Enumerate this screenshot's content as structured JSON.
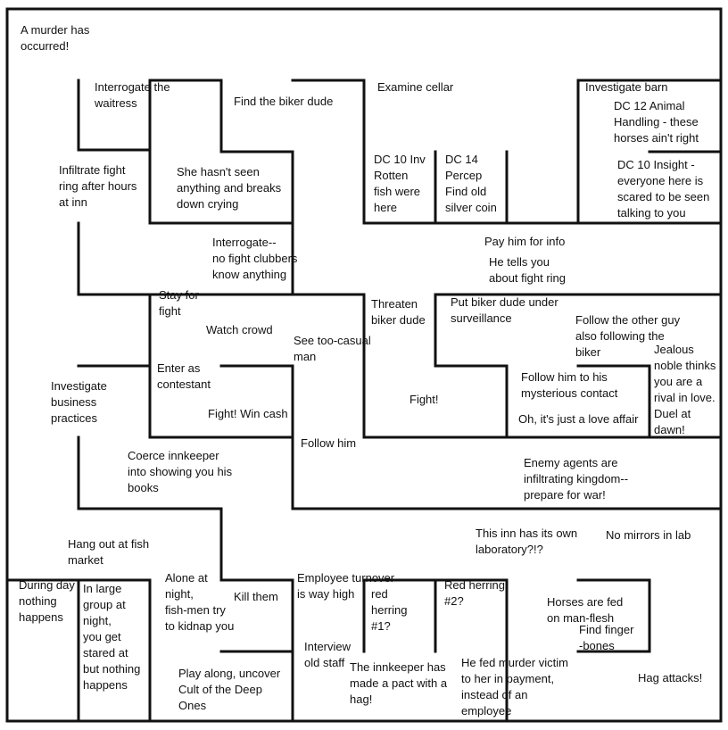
{
  "diagram": {
    "kind": "maze",
    "colors": {
      "background": "#ffffff",
      "walls": "#111111",
      "text": "#111111"
    },
    "labels": [
      {
        "id": "start",
        "text": "A murder has\noccurred!"
      },
      {
        "id": "interrogate-waitress",
        "text": "Interrogate the\nwaitress"
      },
      {
        "id": "find-biker",
        "text": "Find the biker dude"
      },
      {
        "id": "examine-cellar",
        "text": "Examine cellar"
      },
      {
        "id": "investigate-barn",
        "text": "Investigate barn"
      },
      {
        "id": "dc12-animal",
        "text": "DC 12 Animal\nHandling - these\nhorses ain't right"
      },
      {
        "id": "dc10-insight",
        "text": "DC 10 Insight -\neveryone here is\nscared to be seen\ntalking to you"
      },
      {
        "id": "infiltrate-ring",
        "text": "Infiltrate fight\nring after hours\nat inn"
      },
      {
        "id": "waitress-cries",
        "text": "She hasn't seen\nanything and breaks\ndown crying"
      },
      {
        "id": "dc10-inv",
        "text": "DC 10 Inv\nRotten\nfish were\nhere"
      },
      {
        "id": "dc14-percep",
        "text": "DC 14\nPercep\nFind old\nsilver coin"
      },
      {
        "id": "pay-info",
        "text": "Pay him for info"
      },
      {
        "id": "tells-ring",
        "text": "He tells you\nabout fight ring"
      },
      {
        "id": "interrogate-clubbers",
        "text": "Interrogate--\nno fight clubbers\nknow anything"
      },
      {
        "id": "stay-fight",
        "text": "Stay for\nfight"
      },
      {
        "id": "watch-crowd",
        "text": "Watch crowd"
      },
      {
        "id": "threaten-biker",
        "text": "Threaten\nbiker dude"
      },
      {
        "id": "surveillance",
        "text": "Put biker dude under\nsurveillance"
      },
      {
        "id": "follow-other",
        "text": "Follow the other guy\nalso following the\nbiker"
      },
      {
        "id": "too-casual",
        "text": "See too-casual\nman"
      },
      {
        "id": "jealous-noble",
        "text": "Jealous\nnoble thinks\nyou are a\nrival in love.\nDuel at\ndawn!"
      },
      {
        "id": "enter-contestant",
        "text": "Enter as\ncontestant"
      },
      {
        "id": "follow-contact",
        "text": "Follow him to his\nmysterious contact"
      },
      {
        "id": "investigate-business",
        "text": "Investigate\nbusiness\npractices"
      },
      {
        "id": "fight",
        "text": "Fight!"
      },
      {
        "id": "love-affair",
        "text": "Oh, it's just a love affair"
      },
      {
        "id": "win-cash",
        "text": "Fight! Win cash"
      },
      {
        "id": "follow-him",
        "text": "Follow him"
      },
      {
        "id": "coerce-innkeeper",
        "text": "Coerce innkeeper\ninto showing you his\nbooks"
      },
      {
        "id": "enemy-agents",
        "text": "Enemy agents are\ninfiltrating kingdom--\nprepare for war!"
      },
      {
        "id": "laboratory",
        "text": "This inn has its own\nlaboratory?!?"
      },
      {
        "id": "no-mirrors",
        "text": "No mirrors in lab"
      },
      {
        "id": "fish-market",
        "text": "Hang out at fish\nmarket"
      },
      {
        "id": "during-day",
        "text": "During day\nnothing\nhappens"
      },
      {
        "id": "large-group",
        "text": "In large\ngroup at\nnight,\nyou get\nstared at\nbut nothing\nhappens"
      },
      {
        "id": "alone-night",
        "text": "Alone at\nnight,\nfish-men try\nto kidnap you"
      },
      {
        "id": "kill-them",
        "text": "Kill them"
      },
      {
        "id": "turnover",
        "text": "Employee turnover\nis way high"
      },
      {
        "id": "red-herring-1",
        "text": "red\nherring\n#1?"
      },
      {
        "id": "red-herring-2",
        "text": "Red herring\n#2?"
      },
      {
        "id": "horses-fed",
        "text": "Horses are fed\non man-flesh"
      },
      {
        "id": "finger-bones",
        "text": "Find finger\n-bones"
      },
      {
        "id": "interview-staff",
        "text": "Interview\nold staff"
      },
      {
        "id": "pact-hag",
        "text": "The innkeeper has\nmade a pact with a\nhag!"
      },
      {
        "id": "fed-victim",
        "text": "He fed murder victim\nto her in payment,\ninstead of an\nemployee"
      },
      {
        "id": "play-along",
        "text": "Play along, uncover\nCult of the Deep\nOnes"
      },
      {
        "id": "hag-attacks",
        "text": "Hag attacks!"
      }
    ]
  }
}
